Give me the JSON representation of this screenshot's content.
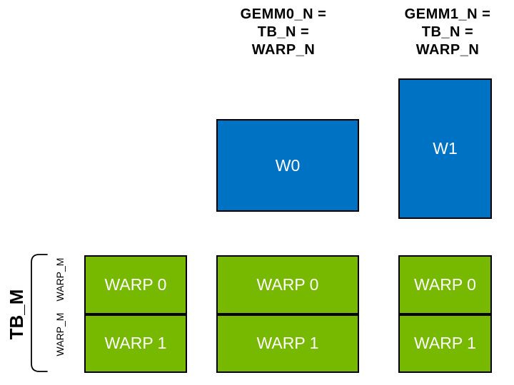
{
  "headers": {
    "gemm0": "GEMM0_N =\nTB_N =\nWARP_N",
    "gemm1": "GEMM1_N =\nTB_N =\nWARP_N"
  },
  "blue_boxes": [
    {
      "label": "W0"
    },
    {
      "label": "W1"
    }
  ],
  "warp_columns": [
    {
      "name": "left",
      "rows": [
        "WARP 0",
        "WARP 1"
      ]
    },
    {
      "name": "middle",
      "rows": [
        "WARP 0",
        "WARP 1"
      ]
    },
    {
      "name": "right",
      "rows": [
        "WARP 0",
        "WARP 1"
      ]
    }
  ],
  "side_labels": {
    "tb_m": "TB_M",
    "warp_m_top": "WARP_M",
    "warp_m_bottom": "WARP_M"
  },
  "colors": {
    "blue": "#0072C4",
    "green": "#76B900",
    "border": "#000000",
    "box_text": "#FFFFFF",
    "label_text": "#000000"
  }
}
